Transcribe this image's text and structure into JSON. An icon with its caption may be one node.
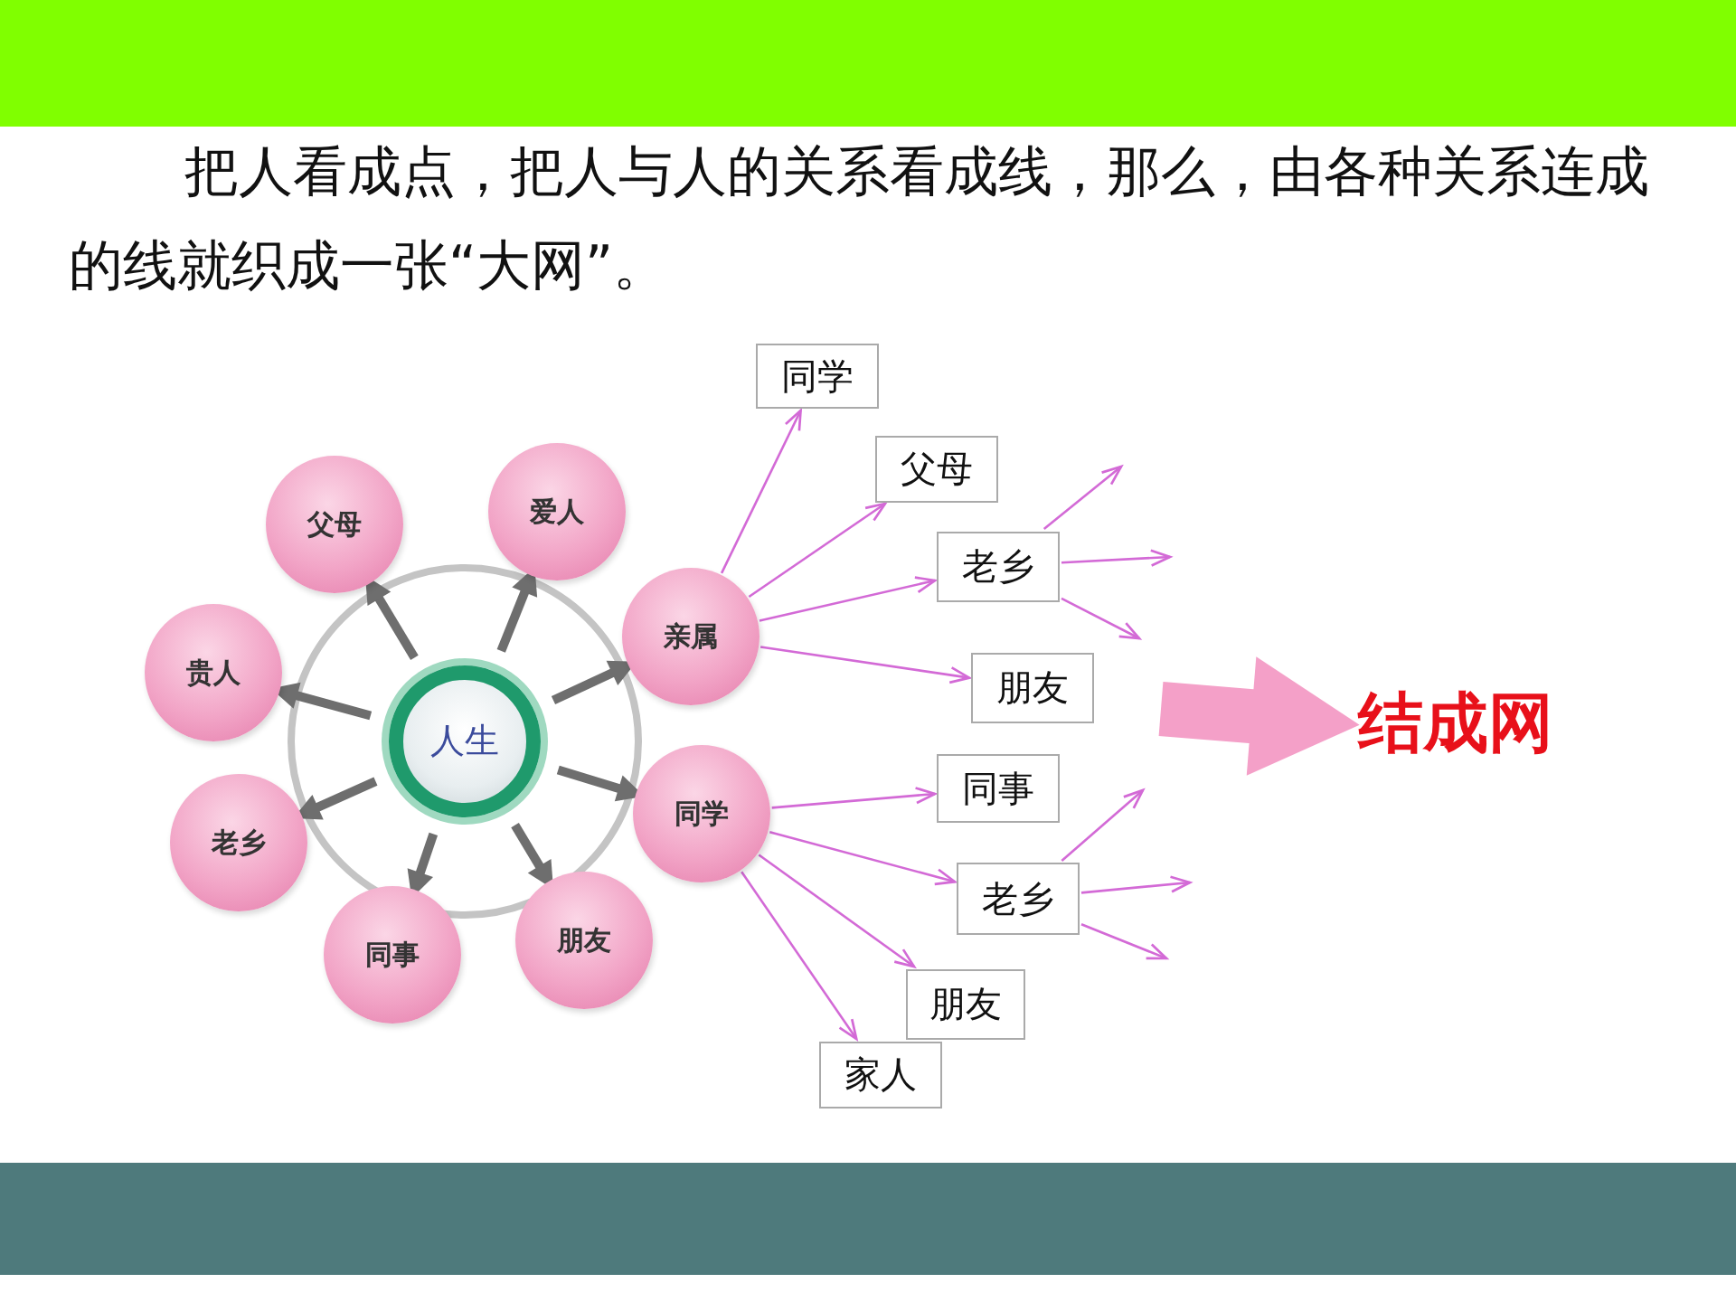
{
  "diagram": {
    "title": "把人看成点，把人与人的关系看成线，那么，由各种关系连成的线就织成一张“大网”。",
    "nodes": [
      {
        "text": [
          "人生"
        ]
      },
      {
        "text": [
          "父母"
        ]
      },
      {
        "text": [
          "爱人"
        ]
      },
      {
        "text": [
          "贵人"
        ]
      },
      {
        "text": [
          "亲属"
        ]
      },
      {
        "text": [
          "老乡"
        ]
      },
      {
        "text": [
          "同学"
        ]
      },
      {
        "text": [
          "同事"
        ]
      },
      {
        "text": [
          "朋友"
        ]
      },
      {
        "text": [
          "同学"
        ]
      },
      {
        "text": [
          "父母"
        ]
      },
      {
        "text": [
          "老乡"
        ]
      },
      {
        "text": [
          "朋友"
        ]
      },
      {
        "text": [
          "同事"
        ]
      },
      {
        "text": [
          "老乡"
        ]
      },
      {
        "text": [
          "朋友"
        ]
      },
      {
        "text": [
          "家人"
        ]
      },
      {
        "text": [
          "结成网"
        ]
      }
    ],
    "edges": [
      {
        "from": 0,
        "to": 1,
        "arrow": "to",
        "style": "thick",
        "color": "#6e6e6e"
      },
      {
        "from": 0,
        "to": 2,
        "arrow": "to",
        "style": "thick",
        "color": "#6e6e6e"
      },
      {
        "from": 0,
        "to": 3,
        "arrow": "to",
        "style": "thick",
        "color": "#6e6e6e"
      },
      {
        "from": 0,
        "to": 4,
        "arrow": "to",
        "style": "thick",
        "color": "#6e6e6e"
      },
      {
        "from": 0,
        "to": 5,
        "arrow": "to",
        "style": "thick",
        "color": "#6e6e6e"
      },
      {
        "from": 0,
        "to": 6,
        "arrow": "to",
        "style": "thick",
        "color": "#6e6e6e"
      },
      {
        "from": 0,
        "to": 7,
        "arrow": "to",
        "style": "thick",
        "color": "#6e6e6e"
      },
      {
        "from": 0,
        "to": 8,
        "arrow": "to",
        "style": "thick",
        "color": "#6e6e6e"
      },
      {
        "from": 4,
        "to": 9,
        "arrow": "to"
      },
      {
        "from": 4,
        "to": 10,
        "arrow": "to"
      },
      {
        "from": 4,
        "to": 11,
        "arrow": "to"
      },
      {
        "from": 4,
        "to": 12,
        "arrow": "to"
      },
      {
        "from": 6,
        "to": 13,
        "arrow": "to"
      },
      {
        "from": 6,
        "to": 14,
        "arrow": "to"
      },
      {
        "from": 6,
        "to": 15,
        "arrow": "to"
      },
      {
        "from": 6,
        "to": 16,
        "arrow": "to"
      },
      {
        "from": 11,
        "to": null,
        "arrow": "to"
      },
      {
        "from": 11,
        "to": null,
        "arrow": "to"
      },
      {
        "from": 11,
        "to": null,
        "arrow": "to"
      },
      {
        "from": 14,
        "to": null,
        "arrow": "to"
      },
      {
        "from": 14,
        "to": null,
        "arrow": "to"
      },
      {
        "from": 14,
        "to": null,
        "arrow": "to"
      },
      {
        "from": null,
        "to": 17,
        "arrow": "to",
        "style": "thick",
        "color": "#f4a0c8"
      }
    ]
  }
}
